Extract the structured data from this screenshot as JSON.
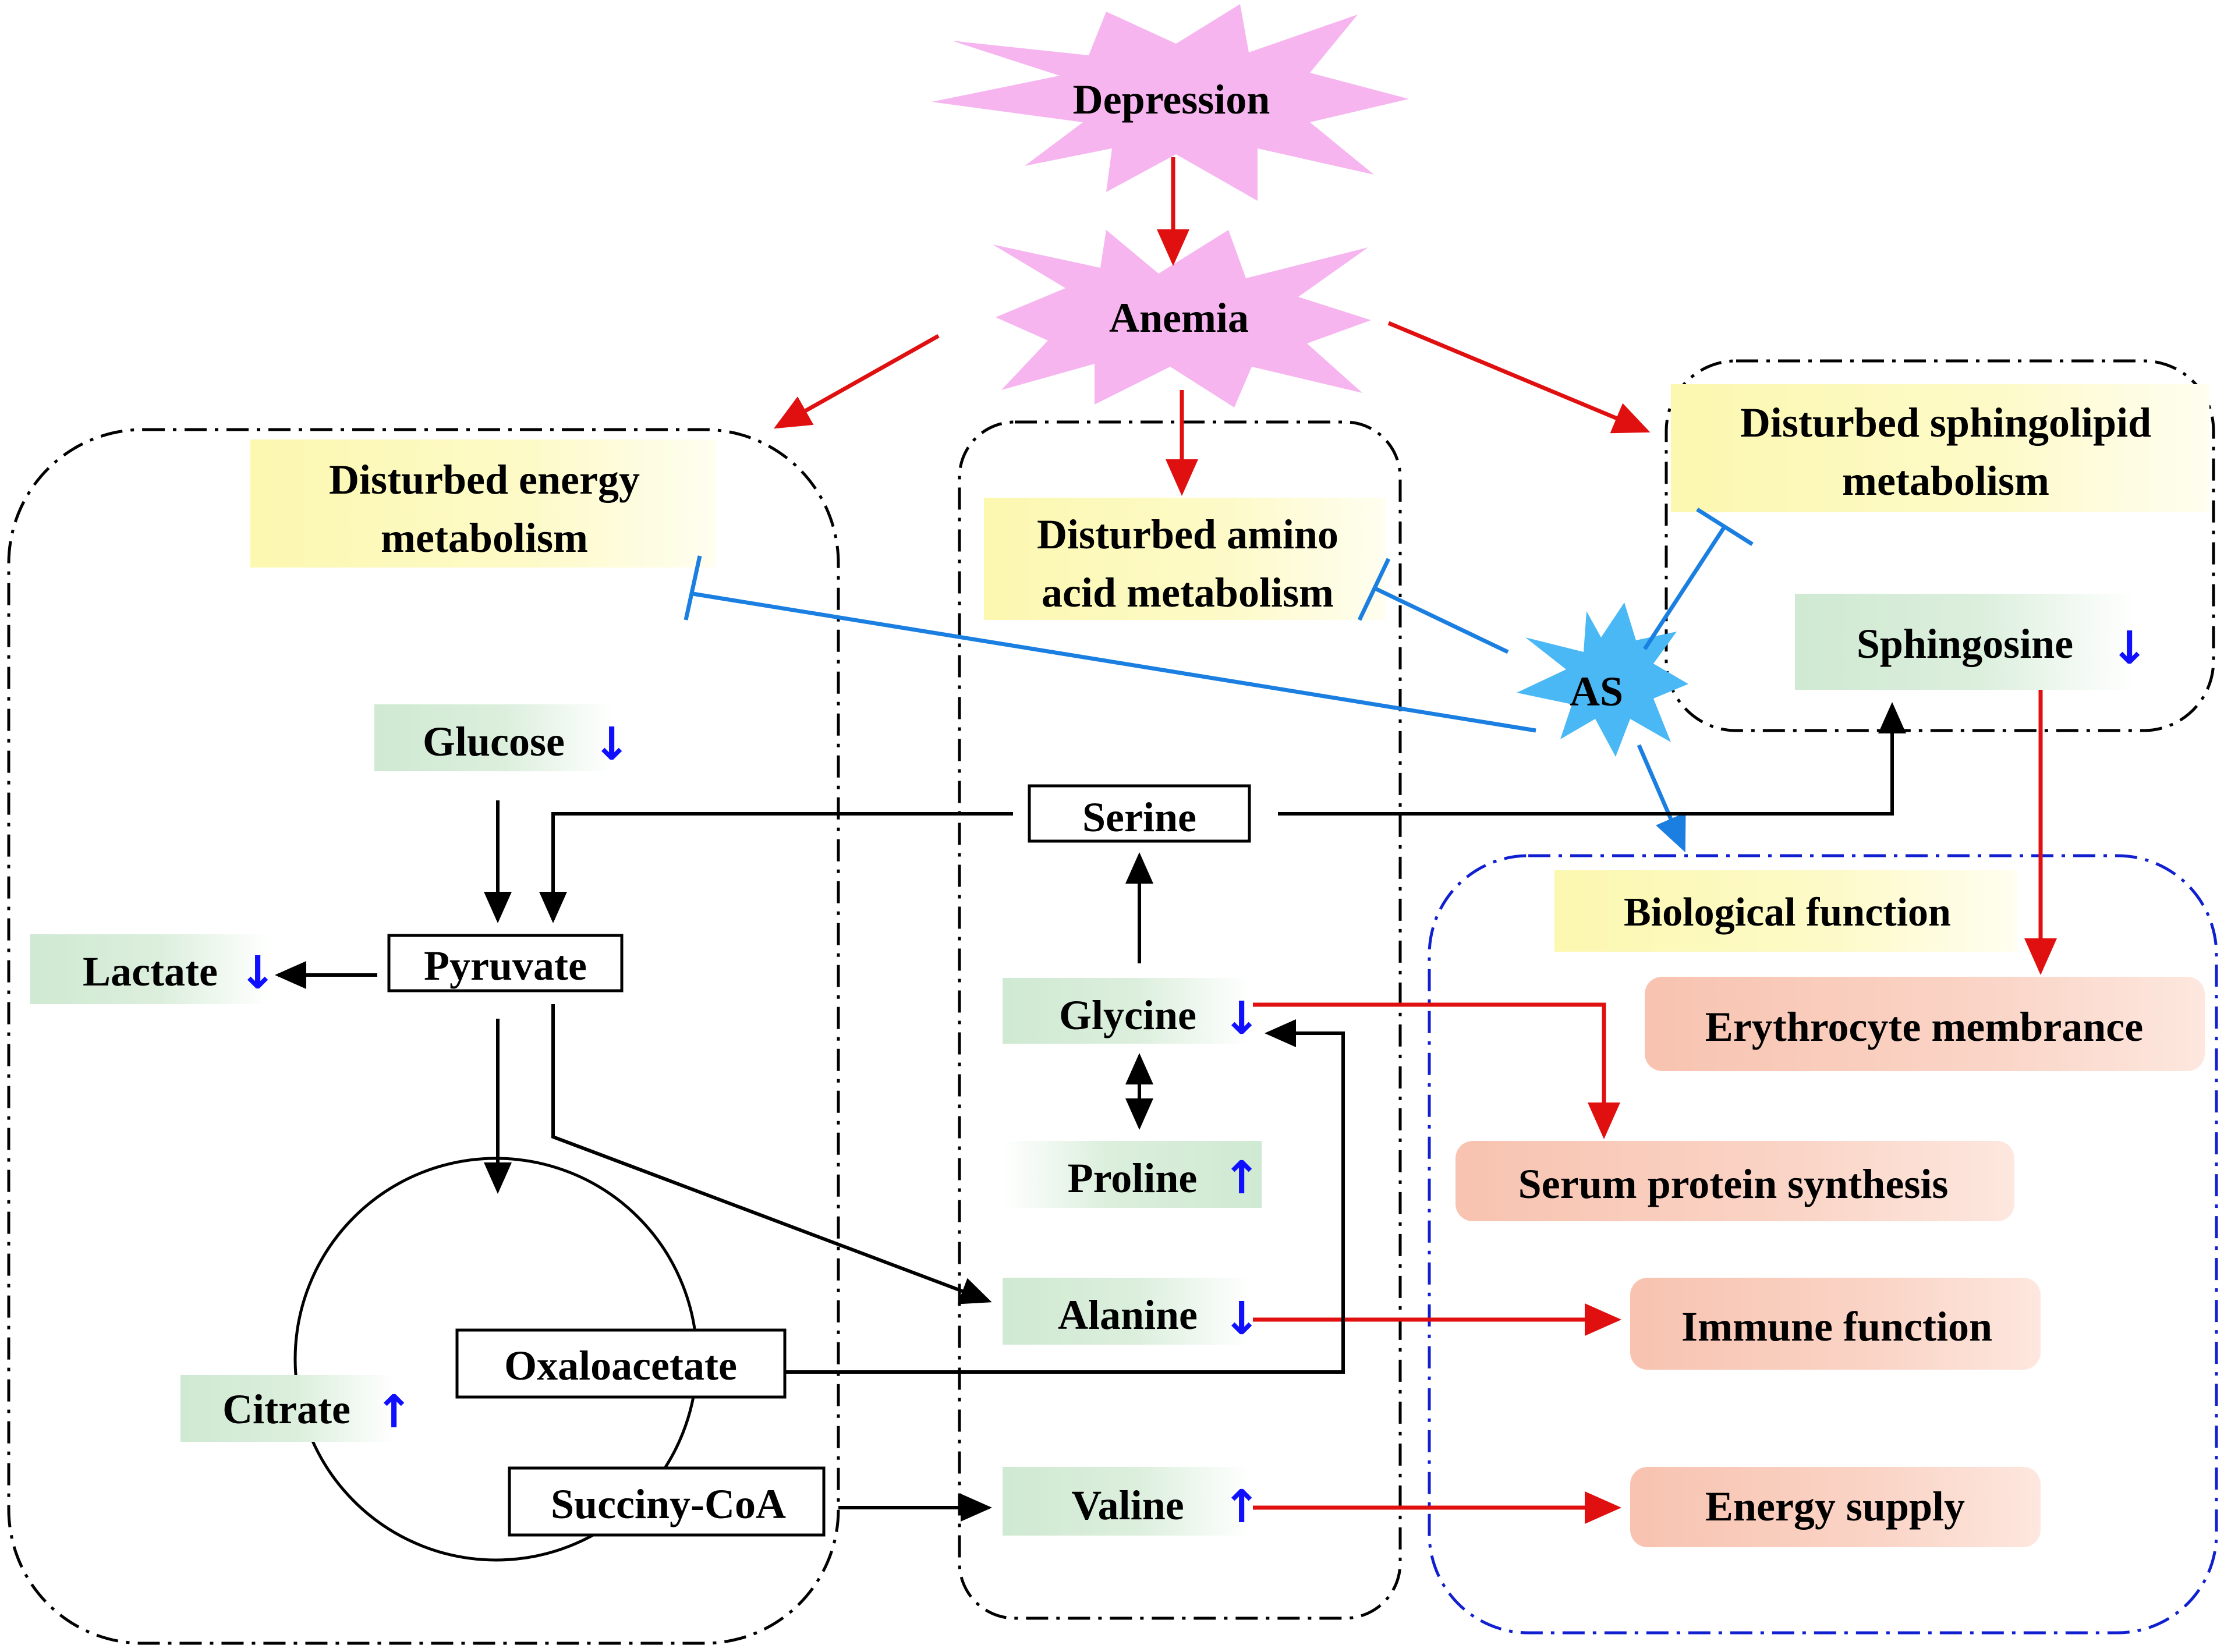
{
  "nodes": {
    "depression": "Depression",
    "anemia": "Anemia",
    "as": "AS",
    "energy_metabolism": [
      "Disturbed energy",
      "metabolism"
    ],
    "amino_acid_metabolism": [
      "Disturbed amino",
      "acid metabolism"
    ],
    "sphingolipid_metabolism": [
      "Disturbed sphingolipid",
      "metabolism"
    ],
    "biological_function": "Biological function",
    "glucose": "Glucose",
    "lactate": "Lactate",
    "pyruvate": "Pyruvate",
    "citrate": "Citrate",
    "oxaloacetate": "Oxaloacetate",
    "succinyl_coa": "Succiny-CoA",
    "serine": "Serine",
    "glycine": "Glycine",
    "proline": "Proline",
    "alanine": "Alanine",
    "valine": "Valine",
    "sphingosine": "Sphingosine",
    "erythrocyte_membrane": "Erythrocyte membrance",
    "serum_protein": "Serum protein synthesis",
    "immune_function": "Immune function",
    "energy_supply": "Energy supply"
  },
  "trends": {
    "glucose": "down",
    "lactate": "down",
    "citrate": "up",
    "glycine": "down",
    "proline": "up",
    "alanine": "down",
    "valine": "up",
    "sphingosine": "down"
  },
  "trend_glyphs": {
    "up": "↑",
    "down": "↓"
  },
  "colors": {
    "activation_arrow": "#e01010",
    "inhibition": "#1a7fe0",
    "pathway_arrow": "#000000",
    "trend_arrow": "#1010ff",
    "burst_fill": "#f7b5f0",
    "as_burst_fill": "#49b8f5",
    "metabolite_bg": "#cfe9d2",
    "outcome_bg": "#f8c7b5",
    "category_bg": "#fcf8b0",
    "function_border": "#1020d0"
  }
}
